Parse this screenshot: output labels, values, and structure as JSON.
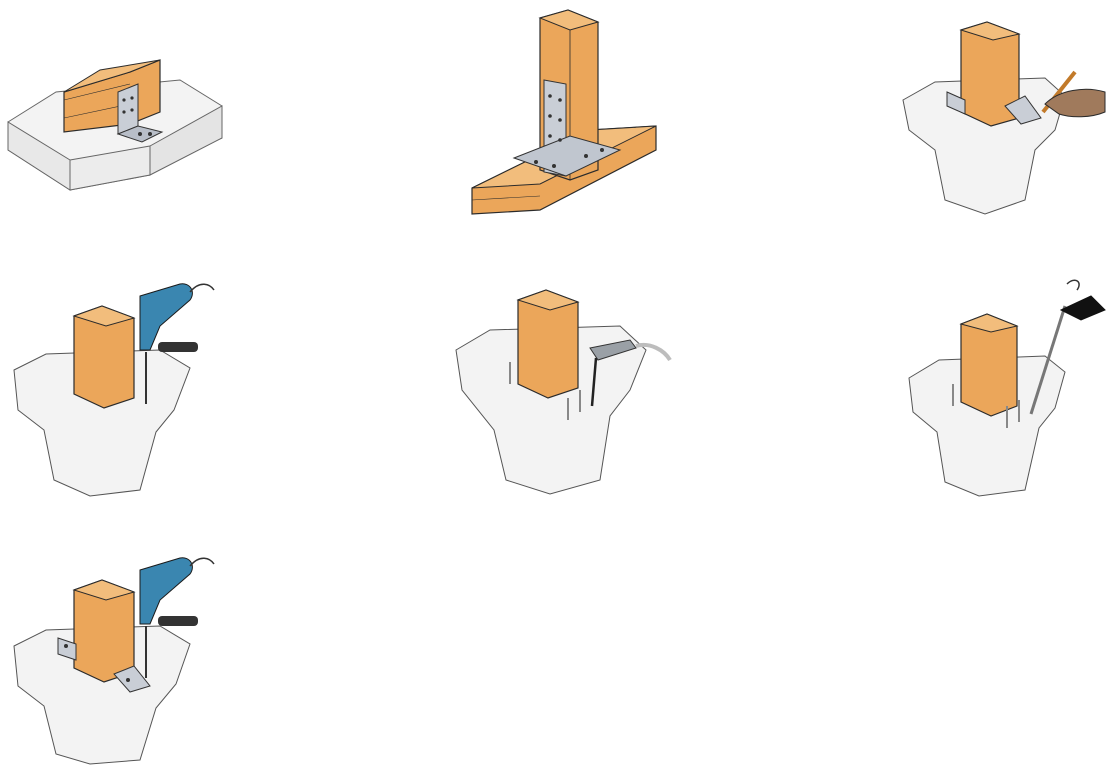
{
  "figure": {
    "steps": [
      {
        "id": 1,
        "action": "connection-overview",
        "tool": "none"
      },
      {
        "id": 2,
        "action": "timber-to-timber-angle-bracket",
        "tool": "none"
      },
      {
        "id": 3,
        "action": "mark-hole-positions",
        "tool": "pencil-icon"
      },
      {
        "id": 4,
        "action": "drill-holes",
        "tool": "drill-icon"
      },
      {
        "id": 5,
        "action": "blow-out-holes",
        "tool": "air-blower-icon"
      },
      {
        "id": 6,
        "action": "inject-anchor",
        "tool": "caulking-gun-icon"
      },
      {
        "id": 7,
        "action": "fix-bracket",
        "tool": "drill-icon"
      }
    ],
    "colors": {
      "timber": "#EBA65A",
      "timber_edge": "#2b2b2b",
      "concrete": "#efefef",
      "steel": "#c9ced6",
      "drill": "#3a86b0",
      "glove": "#a07a5c"
    }
  }
}
